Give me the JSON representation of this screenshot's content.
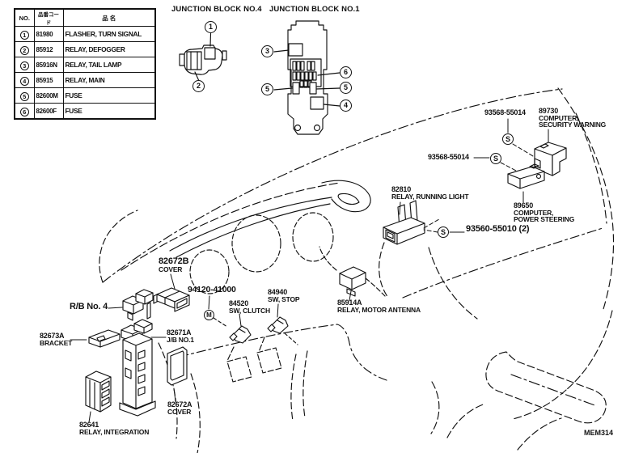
{
  "diagram_code": "MEM314",
  "colors": {
    "ink": "#111111",
    "paper": "#ffffff"
  },
  "table": {
    "headers": {
      "no": "NO.",
      "code": "品番コード",
      "name": "品 名"
    },
    "rows": [
      {
        "no": "1",
        "code": "81980",
        "name": "FLASHER, TURN SIGNAL"
      },
      {
        "no": "2",
        "code": "85912",
        "name": "RELAY, DEFOGGER"
      },
      {
        "no": "3",
        "code": "85916N",
        "name": "RELAY, TAIL LAMP"
      },
      {
        "no": "4",
        "code": "85915",
        "name": "RELAY, MAIN"
      },
      {
        "no": "5",
        "code": "82600M",
        "name": "FUSE"
      },
      {
        "no": "6",
        "code": "82600F",
        "name": "FUSE"
      }
    ]
  },
  "junction_blocks": {
    "no4": {
      "title": "JUNCTION BLOCK NO.4",
      "callouts": [
        "1",
        "2"
      ]
    },
    "no1": {
      "title": "JUNCTION BLOCK NO.1",
      "callouts": [
        "3",
        "6",
        "5",
        "5",
        "4"
      ]
    }
  },
  "symbols": {
    "screw": "S",
    "grommet": "M"
  },
  "part_labels": {
    "bolt_top": "93568-55014",
    "bolt_mid": "93568-55014",
    "bolt_bottom": "93560-55010 (2)",
    "security_computer": {
      "l1": "89730",
      "l2": "COMPUTER,",
      "l3": "SECURITY WARNING"
    },
    "ps_computer": {
      "l1": "89650",
      "l2": "COMPUTER,",
      "l3": "POWER STEERING"
    },
    "running_light_relay": {
      "l1": "82810",
      "l2": "RELAY, RUNNING LIGHT"
    },
    "motor_antenna_relay": {
      "l1": "85914A",
      "l2": "RELAY, MOTOR ANTENNA"
    },
    "screw_grommet": "94120-41000",
    "clutch_switch": {
      "l1": "84520",
      "l2": "SW, CLUTCH"
    },
    "stop_switch": {
      "l1": "84940",
      "l2": "SW, STOP"
    },
    "cover_b": {
      "l1": "82672B",
      "l2": "COVER"
    },
    "rb_no4": "R/B No. 4",
    "bracket": {
      "l1": "82673A",
      "l2": "BRACKET"
    },
    "jb_no1": {
      "l1": "82671A",
      "l2": "J/B NO.1"
    },
    "cover_a": {
      "l1": "82672A",
      "l2": "COVER"
    },
    "integration_relay": {
      "l1": "82641",
      "l2": "RELAY, INTEGRATION"
    }
  }
}
